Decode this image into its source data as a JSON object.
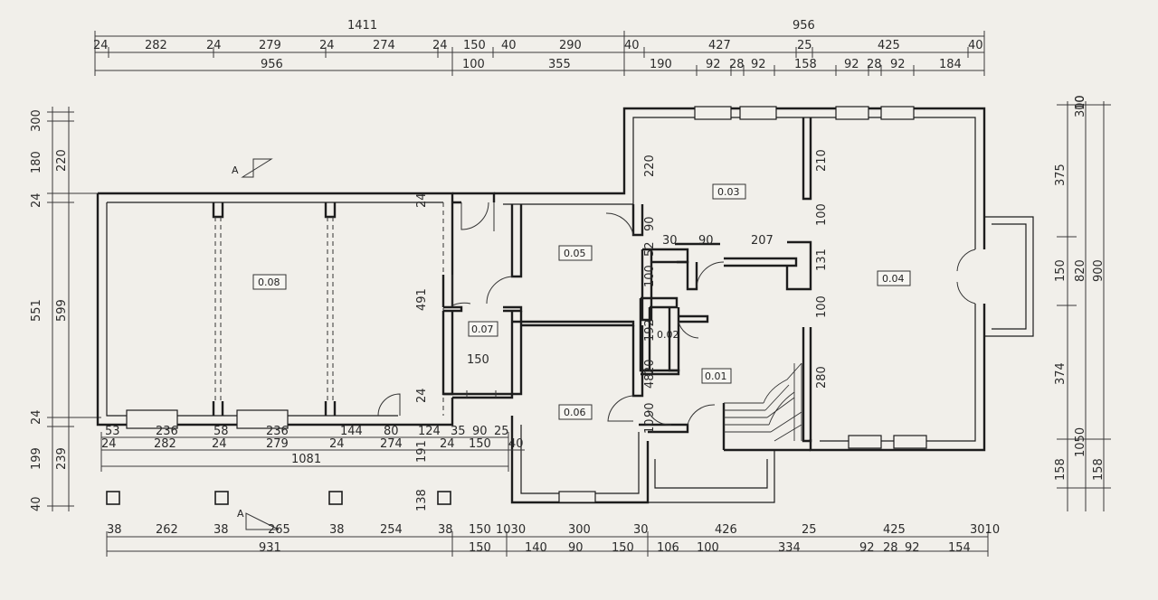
{
  "rooms": {
    "r008": "0.08",
    "r007": "0.07",
    "r005": "0.05",
    "r006": "0.06",
    "r003": "0.03",
    "r004": "0.04",
    "r002": "0.02",
    "r001": "0.01"
  },
  "section_label": "A",
  "dims": {
    "top1": [
      "1411",
      "956"
    ],
    "top2": [
      "24",
      "282",
      "24",
      "279",
      "24",
      "274",
      "24",
      "150",
      "40",
      "290",
      "40",
      "427",
      "25",
      "425",
      "40"
    ],
    "top3": [
      "956",
      "100",
      "355",
      "190",
      "92",
      "28",
      "92",
      "158",
      "92",
      "28",
      "92",
      "184"
    ],
    "left": [
      "300",
      "220",
      "180",
      "24",
      "551",
      "599",
      "24",
      "199",
      "239",
      "40"
    ],
    "right": [
      "300",
      "10",
      "375",
      "150",
      "820",
      "900",
      "374",
      "158",
      "1050",
      "158"
    ],
    "inner": [
      "491",
      "220",
      "210",
      "90",
      "52",
      "30",
      "90",
      "207",
      "100",
      "131",
      "100",
      "100",
      "192",
      "48",
      "20",
      "280",
      "90",
      "10",
      "150",
      "24",
      "24",
      "191",
      "138"
    ],
    "bot_inner1": [
      "53",
      "236",
      "58",
      "236",
      "144",
      "80",
      "124",
      "35",
      "90",
      "25"
    ],
    "bot_inner2": [
      "24",
      "282",
      "24",
      "279",
      "24",
      "274",
      "24",
      "150",
      "40"
    ],
    "bot_inner3": [
      "1081"
    ],
    "bot1": [
      "38",
      "262",
      "38",
      "265",
      "38",
      "254",
      "38",
      "150",
      "1030",
      "300",
      "30",
      "426",
      "25",
      "425",
      "3010"
    ],
    "bot2": [
      "931",
      "150",
      "140",
      "90",
      "150",
      "106",
      "100",
      "334",
      "92",
      "28",
      "92",
      "154"
    ]
  }
}
